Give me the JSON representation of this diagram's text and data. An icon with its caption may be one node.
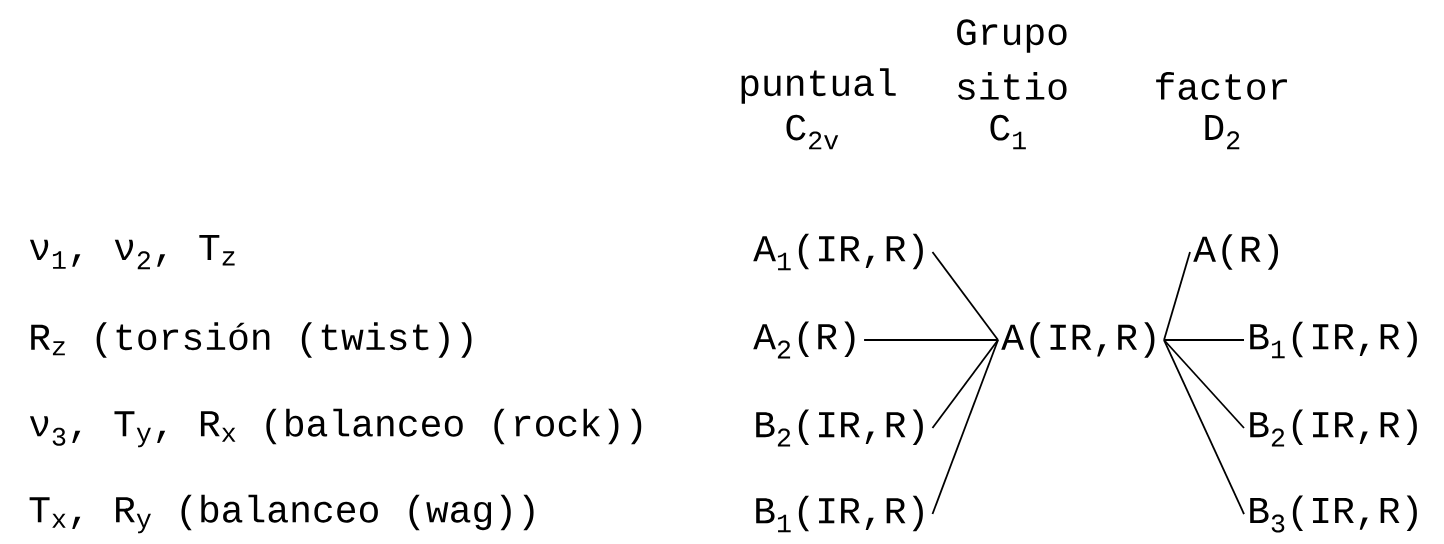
{
  "diagram": {
    "nodes": [
      {
        "text": [
          "A$_{1}$(IR,R)"
        ]
      },
      {
        "text": [
          "A$_{2}$(R)"
        ]
      },
      {
        "text": [
          "B$_{2}$(IR,R)"
        ]
      },
      {
        "text": [
          "B$_{1}$(IR,R)"
        ]
      },
      {
        "text": [
          "A(IR,R)"
        ]
      },
      {
        "text": [
          "A(R)"
        ]
      },
      {
        "text": [
          "B$_{1}$(IR,R)"
        ]
      },
      {
        "text": [
          "B$_{2}$(IR,R)"
        ]
      },
      {
        "text": [
          "B$_{3}$(IR,R)"
        ]
      }
    ],
    "edges": [
      {
        "from": 0,
        "to": 4,
        "arrow": "none"
      },
      {
        "from": 1,
        "to": 4,
        "arrow": "none"
      },
      {
        "from": 2,
        "to": 4,
        "arrow": "none"
      },
      {
        "from": 3,
        "to": 4,
        "arrow": "none"
      },
      {
        "from": 4,
        "to": 5,
        "arrow": "none"
      },
      {
        "from": 4,
        "to": 6,
        "arrow": "none"
      },
      {
        "from": 4,
        "to": 7,
        "arrow": "none"
      },
      {
        "from": 4,
        "to": 8,
        "arrow": "none"
      }
    ],
    "labels": [
      "Grupo",
      "puntual",
      "sitio",
      "factor",
      "C$_{2v}$",
      "C$_{1}$",
      "D$_{2}$",
      "ν$_{1}$, ν$_{2}$, T$_{z}$",
      "R$_{z}$ (torsión (twist))",
      "ν$_{3}$, T$_{y}$, R$_{x}$ (balanceo (rock))",
      "T$_{x}$, R$_{y}$ (balanceo (wag))"
    ]
  }
}
